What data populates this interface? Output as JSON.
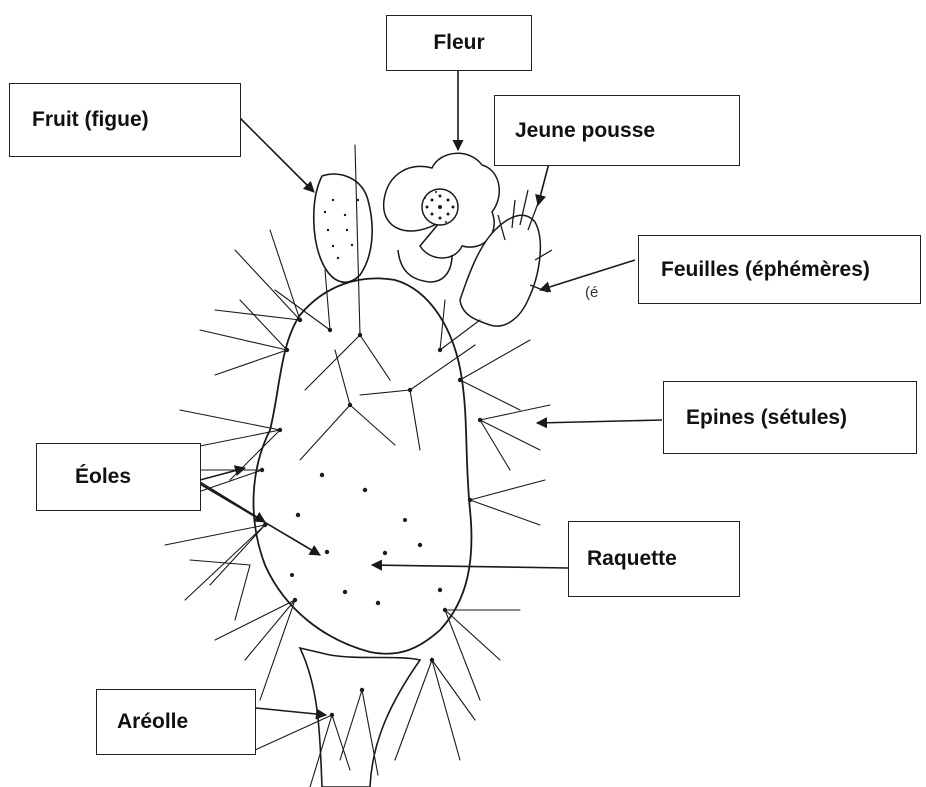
{
  "labels": {
    "fleur": "Fleur",
    "fruit": "Fruit (figue)",
    "jeune_pousse": "Jeune pousse",
    "feuilles": "Feuilles (éphémères)",
    "epines": "Epines (sétules)",
    "eoles": "Éoles",
    "raquette": "Raquette",
    "areolle": "Aréolle"
  },
  "stray_glyph": "(é",
  "colors": {
    "ink": "#1a1a1a",
    "background": "#ffffff"
  }
}
